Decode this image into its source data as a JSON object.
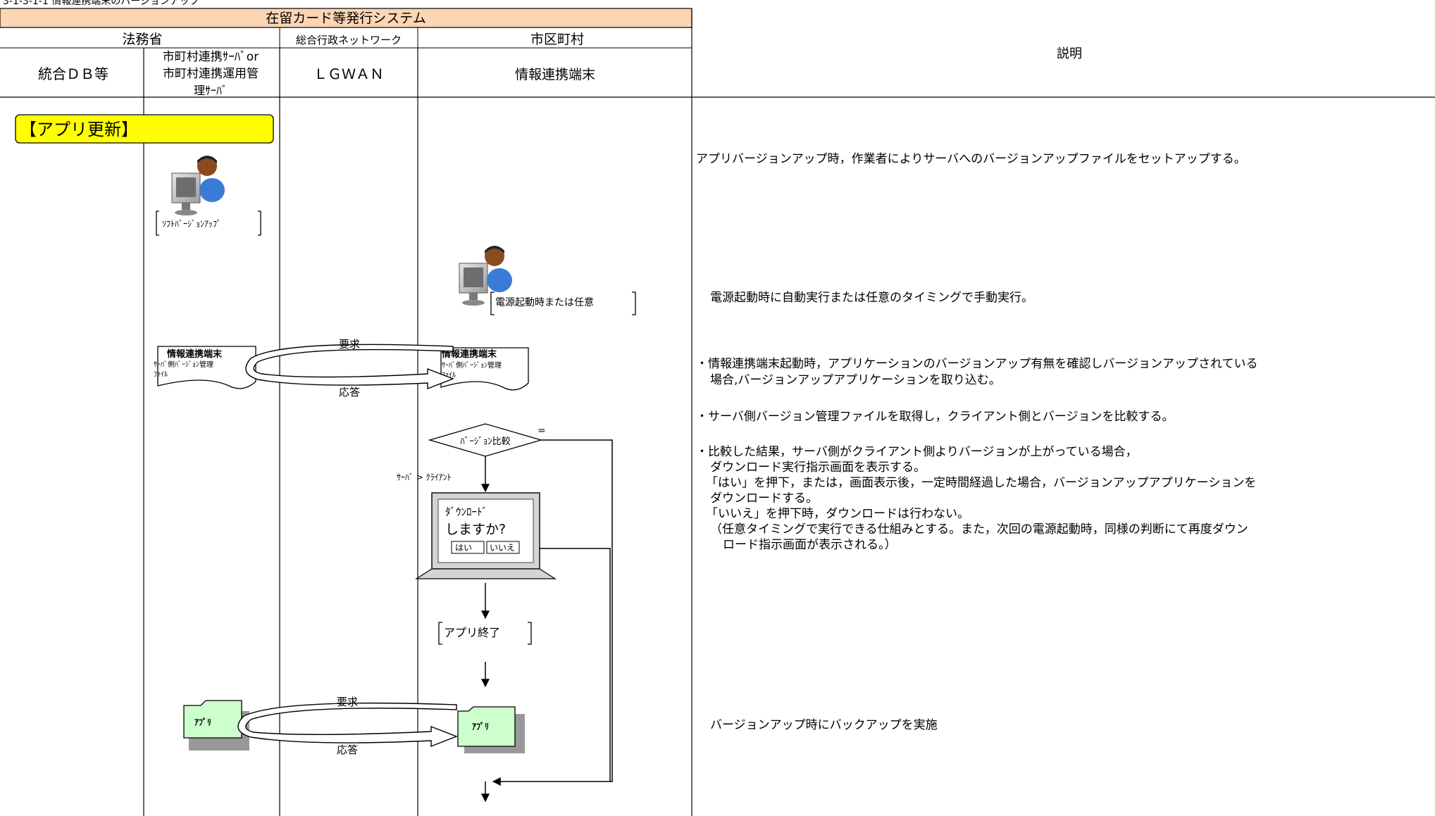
{
  "page_caption": "3-1-3-1-1 情報連携端末のバージョンアップ",
  "header": {
    "system_title": "在留カード等発行システム",
    "groups": {
      "houmusho": "法務省",
      "network": "総合行政ネットワーク",
      "shikuchoson": "市区町村"
    },
    "lanes": {
      "db": "統合ＤＢ等",
      "server_line1": "市町村連携ｻｰﾊﾞor",
      "server_line2": "市町村連携運用管",
      "server_line3": "理ｻｰﾊﾞ",
      "lgwan": "ＬＧＷＡＮ",
      "terminal": "情報連携端末"
    },
    "explanation": "説明"
  },
  "diagram": {
    "section_label": "【アプリ更新】",
    "actor1_label": "ｿﾌﾄﾊﾞｰｼﾞｮﾝｱｯﾌﾟ",
    "actor2_label": "電源起動時または任意",
    "doc_server": {
      "title": "情報連携端末",
      "line2": "ｻｰﾊﾞ側ﾊﾞｰｼﾞｮﾝ管理",
      "line3": "ﾌｧｲﾙ"
    },
    "doc_client": {
      "title": "情報連携端末",
      "line2": "ｻｰﾊﾞ側ﾊﾞｰｼﾞｮﾝ管理",
      "line3": "ﾌｧｲﾙ"
    },
    "request1": "要求",
    "response1": "応答",
    "decision": "ﾊﾞｰｼﾞｮﾝ比較",
    "equal_mark": "=",
    "branch_label": "ｻｰﾊﾞ > ｸﾗｲｱﾝﾄ",
    "dialog_line1": "ﾀﾞｳﾝﾛｰﾄﾞ",
    "dialog_line2": "しますか?",
    "yes_button": "はい",
    "no_button": "いいえ",
    "app_end": "アプリ終了",
    "request2": "要求",
    "response2": "応答",
    "app_server": "ｱﾌﾟﾘ",
    "app_client": "ｱﾌﾟﾘ"
  },
  "notes": {
    "note1": "アプリバージョンアップ時，作業者によりサーバへのバージョンアップファイルをセットアップする。",
    "note2": "電源起動時に自動実行または任意のタイミングで手動実行。",
    "note3_line1": "・情報連携端末起動時，アプリケーションのバージョンアップ有無を確認しバージョンアップされている",
    "note3_line2": "場合,バージョンアップアプリケーションを取り込む。",
    "note4": "・サーバ側バージョン管理ファイルを取得し，クライアント側とバージョンを比較する。",
    "note5_line1": "・比較した結果，サーバ側がクライアント側よりバージョンが上がっている場合，",
    "note5_line2": "ダウンロード実行指示画面を表示する。",
    "note5_line3": "「はい」を押下，または，画面表示後，一定時間経過した場合，バージョンアップアプリケーションを",
    "note5_line4": "ダウンロードする。",
    "note5_line5": "「いいえ」を押下時，ダウンロードは行わない。",
    "note5_line6": "（任意タイミングで実行できる仕組みとする。また，次回の電源起動時，同様の判断にて再度ダウン",
    "note5_line7": "ロード指示画面が表示される。）",
    "note6": "バージョンアップ時にバックアップを実施"
  },
  "colors": {
    "header_fill": "#fcd5b4",
    "section_fill": "#ffff00",
    "folder_fill": "#ccffcc",
    "line": "#000000"
  }
}
